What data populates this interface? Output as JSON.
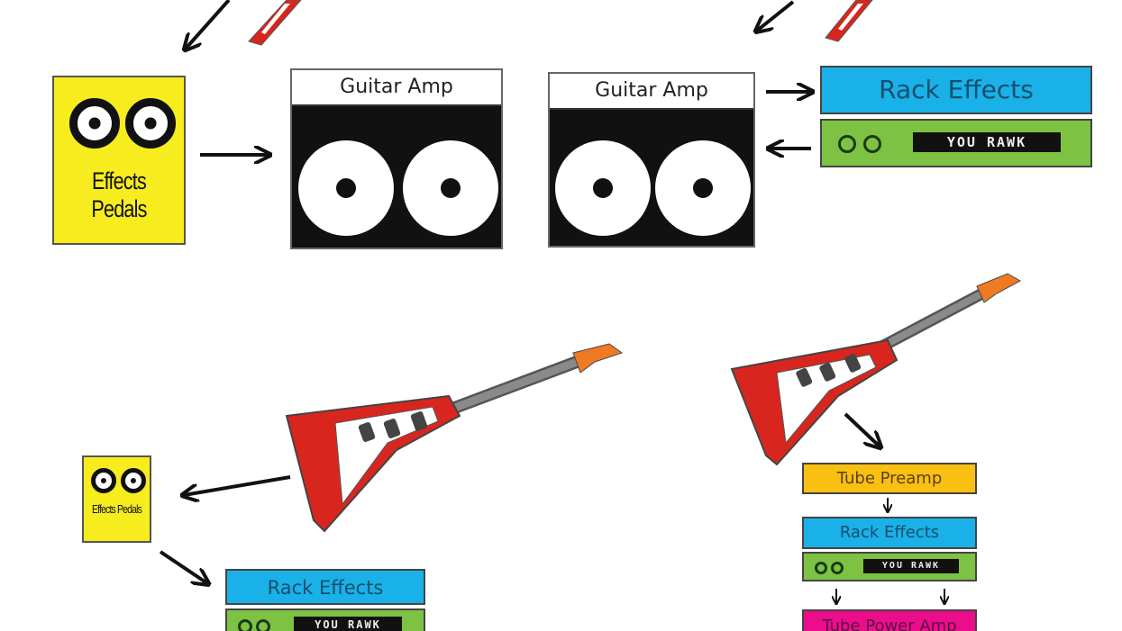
{
  "colors": {
    "pedal": "#f7ec1e",
    "rack_blue": "#1ab0e8",
    "rack_green": "#7dc242",
    "preamp": "#f9c012",
    "power_amp": "#ec0d8c",
    "guitar_red": "#d8261f",
    "headstock": "#f07a22"
  },
  "icons": [
    "flying-v-guitar-icon",
    "arrow-icon",
    "speaker-icon",
    "knob-icon"
  ],
  "pedal": {
    "label": "Effects Pedals"
  },
  "amp": {
    "label": "Guitar Amp"
  },
  "rack": {
    "label": "Rack Effects",
    "display": "YOU RAWK"
  },
  "chain": {
    "preamp": "Tube Preamp",
    "rack": "Rack Effects",
    "display": "YOU RAWK",
    "power_amp": "Tube Power Amp"
  }
}
